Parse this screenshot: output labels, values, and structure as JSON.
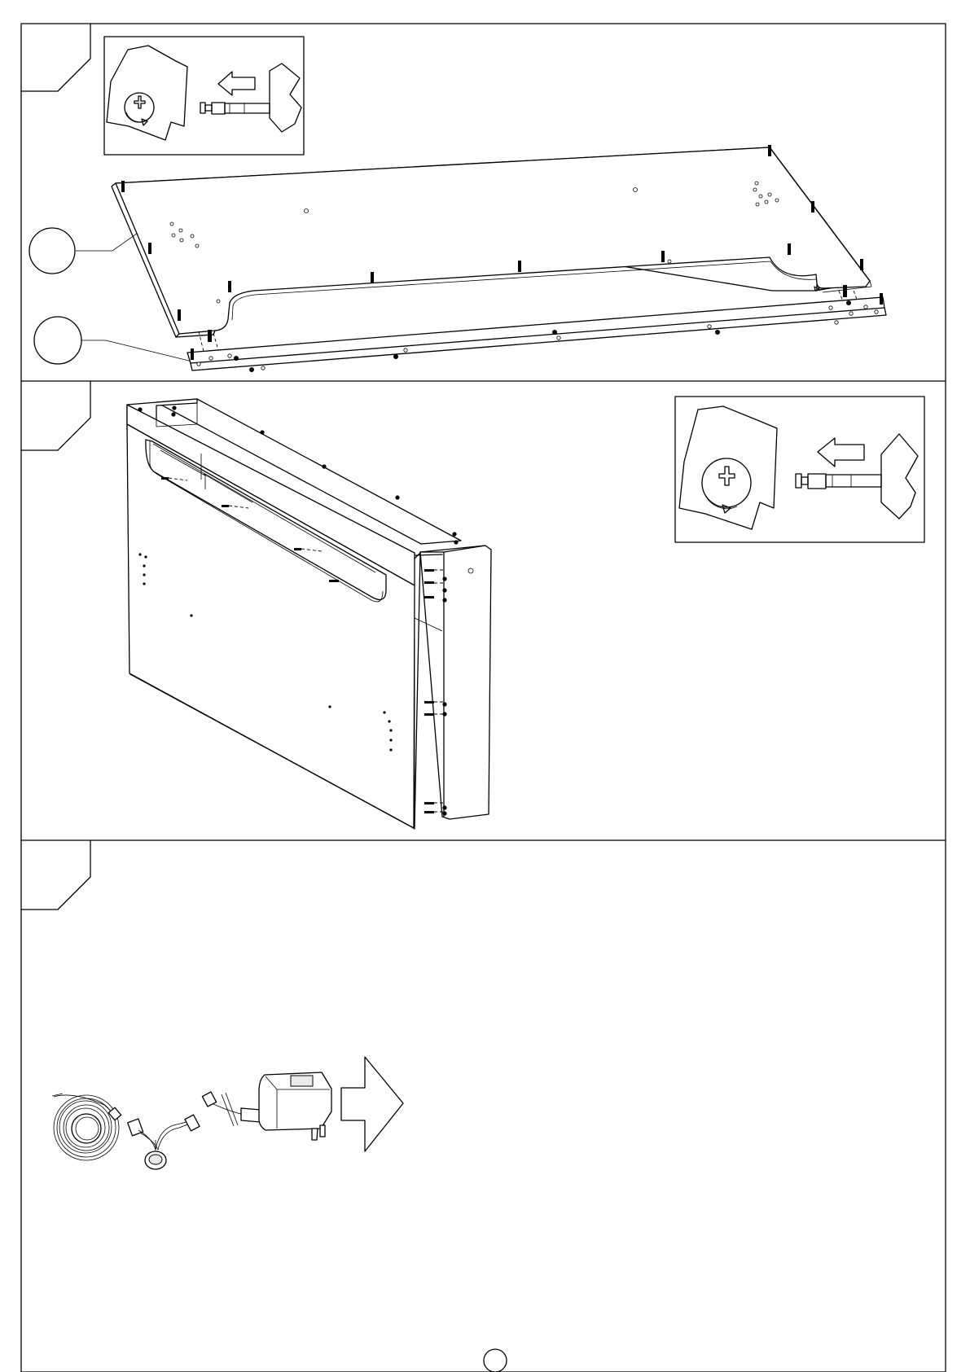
{
  "document": {
    "type": "assembly-instructions-page",
    "steps": [
      {
        "step_badge": "",
        "callouts": [
          "",
          ""
        ],
        "detail_inset": {
          "rotation": "clockwise",
          "insert_direction": "left"
        }
      },
      {
        "step_badge": "",
        "detail_inset": {
          "rotation": "clockwise",
          "insert_direction": "left"
        }
      },
      {
        "step_badge": "",
        "items": [
          "cable-coil-icon",
          "switch-cable-icon",
          "power-adapter-icon"
        ],
        "arrow_direction": "right"
      }
    ],
    "page_number": ""
  }
}
